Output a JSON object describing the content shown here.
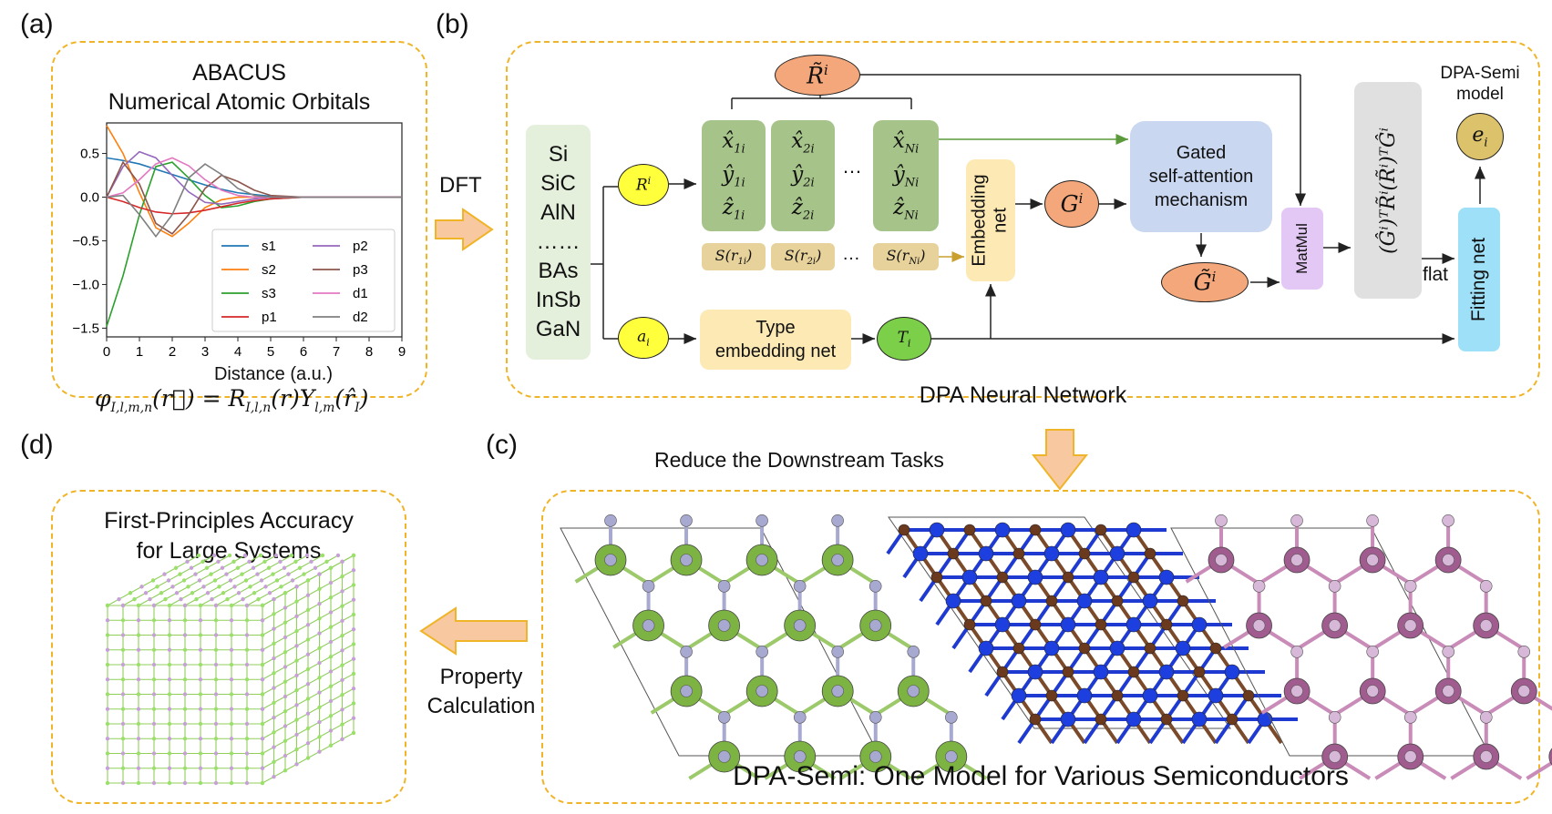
{
  "labels": {
    "a": "(a)",
    "b": "(b)",
    "c": "(c)",
    "d": "(d)"
  },
  "panel_a": {
    "title1": "ABACUS",
    "title2": "Numerical Atomic Orbitals",
    "xlabel": "Distance (a.u.)",
    "formula_lhs": "φ",
    "formula_lhs_sub": "I,l,m,n",
    "formula_rhs": "= R",
    "formula_rhs_sub": "I,l,n",
    "formula_y_sub": "l,m"
  },
  "chart_data": {
    "type": "line",
    "xlabel": "Distance (a.u.)",
    "xlim": [
      0,
      9
    ],
    "ylim": [
      -1.6,
      0.85
    ],
    "xticks": [
      "0",
      "1",
      "2",
      "3",
      "4",
      "5",
      "6",
      "7",
      "8",
      "9"
    ],
    "yticks": [
      "0.5",
      "0.0",
      "−0.5",
      "−1.0",
      "−1.5"
    ],
    "ytick_values": [
      0.5,
      0.0,
      -0.5,
      -1.0,
      -1.5
    ],
    "legend_position": "lower-right",
    "x": [
      0,
      0.5,
      1,
      1.5,
      2,
      2.5,
      3,
      3.5,
      4,
      4.5,
      5,
      6,
      7,
      8,
      9
    ],
    "series": [
      {
        "name": "s1",
        "color": "#1f77b4",
        "values": [
          0.45,
          0.42,
          0.38,
          0.32,
          0.26,
          0.2,
          0.14,
          0.09,
          0.05,
          0.03,
          0.01,
          0,
          0,
          0,
          0
        ]
      },
      {
        "name": "s2",
        "color": "#ff7f0e",
        "values": [
          0.82,
          0.5,
          0.05,
          -0.35,
          -0.45,
          -0.3,
          -0.12,
          -0.03,
          0,
          0,
          0,
          0,
          0,
          0,
          0
        ]
      },
      {
        "name": "s3",
        "color": "#2ca02c",
        "values": [
          -1.48,
          -0.9,
          -0.2,
          0.35,
          0.4,
          0.22,
          0.02,
          -0.12,
          -0.1,
          -0.05,
          -0.02,
          0,
          0,
          0,
          0
        ]
      },
      {
        "name": "p1",
        "color": "#d62728",
        "values": [
          0,
          -0.05,
          -0.12,
          -0.17,
          -0.19,
          -0.18,
          -0.15,
          -0.11,
          -0.07,
          -0.04,
          -0.02,
          0,
          0,
          0,
          0
        ]
      },
      {
        "name": "p2",
        "color": "#9467bd",
        "values": [
          0,
          0.35,
          0.52,
          0.45,
          0.25,
          0.06,
          -0.06,
          -0.08,
          -0.05,
          -0.02,
          0,
          0,
          0,
          0,
          0
        ]
      },
      {
        "name": "p3",
        "color": "#8c564b",
        "values": [
          0,
          0.4,
          0.15,
          -0.3,
          -0.42,
          -0.2,
          0.1,
          0.25,
          0.18,
          0.08,
          0.02,
          0,
          0,
          0,
          0
        ]
      },
      {
        "name": "d1",
        "color": "#e377c2",
        "values": [
          0,
          0.05,
          0.2,
          0.38,
          0.45,
          0.36,
          0.2,
          0.08,
          0.02,
          0,
          0,
          0,
          0,
          0,
          0
        ]
      },
      {
        "name": "d2",
        "color": "#7f7f7f",
        "values": [
          0,
          0.02,
          -0.2,
          -0.45,
          -0.2,
          0.22,
          0.38,
          0.26,
          0.1,
          0.02,
          0,
          0,
          0,
          0,
          0
        ]
      }
    ]
  },
  "arrows": {
    "dft": "DFT",
    "reduce": "Reduce the Downstream Tasks",
    "property1": "Property",
    "property2": "Calculation"
  },
  "panel_b": {
    "materials": [
      "Si",
      "SiC",
      "AlN",
      "……",
      "BAs",
      "InSb",
      "GaN"
    ],
    "coord_cols": [
      {
        "x": "x̂",
        "y": "ŷ",
        "z": "ẑ",
        "sub": "1i"
      },
      {
        "x": "x̂",
        "y": "ŷ",
        "z": "ẑ",
        "sub": "2i"
      },
      {
        "x": "x̂",
        "y": "ŷ",
        "z": "ẑ",
        "sub": "Ni"
      }
    ],
    "s_terms": [
      "S(r",
      "S(r",
      "S(r"
    ],
    "s_subs": [
      "1i",
      "2i",
      "Ni"
    ],
    "dots": "…",
    "R_tilde": "R̃",
    "R_sup": "i",
    "R_node": "R",
    "a_node": "a",
    "a_sub": "i",
    "T_node": "T",
    "T_sub": "i",
    "G_node": "G",
    "G_sup": "i",
    "G_tilde": "G̃",
    "embedding_net1": "Embedding",
    "embedding_net2": "net",
    "type_embed1": "Type",
    "type_embed2": "embedding net",
    "gated1": "Gated",
    "gated2": "self-attention",
    "gated3": "mechanism",
    "matmul": "MatMul",
    "product": "(Ĝⁱ)ᵀR̃ⁱ(R̃ⁱ)ᵀĜⁱ",
    "flat": "flat",
    "fitting_net": "Fitting net",
    "model1": "DPA-Semi",
    "model2": "model",
    "e_node": "e",
    "e_sub": "i",
    "caption": "DPA Neural Network"
  },
  "panel_c": {
    "caption": "DPA-Semi: One Model for Various Semiconductors"
  },
  "panel_d": {
    "title1": "First-Principles Accuracy",
    "title2": "for Large Systems"
  },
  "colors": {
    "dash": "#f0b429",
    "green": "#a6c48a",
    "tan": "#e6d29a",
    "yellow_node": "#ffff3c",
    "orange_node": "#f4a77a",
    "blue_box": "#c9d7f0",
    "purple": "#e3c8f5",
    "cyan": "#9ee0f8",
    "light_green": "#e4f0dc",
    "light_yellow": "#fde9b4",
    "gray_box": "#e0e0e0"
  }
}
